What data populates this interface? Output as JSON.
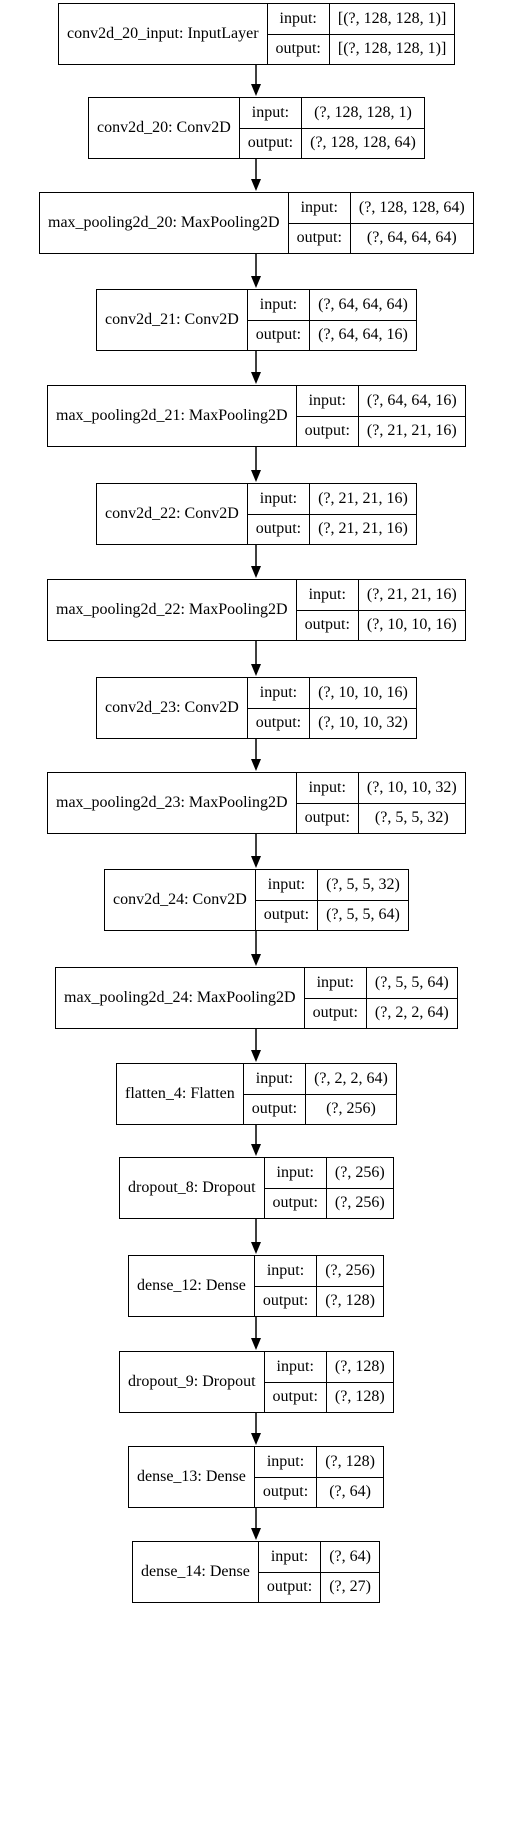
{
  "layers": [
    {
      "name": "conv2d_20_input: InputLayer",
      "input_label": "input:",
      "output_label": "output:",
      "input": "[(?, 128, 128, 1)]",
      "output": "[(?, 128, 128, 1)]"
    },
    {
      "name": "conv2d_20: Conv2D",
      "input_label": "input:",
      "output_label": "output:",
      "input": "(?, 128, 128, 1)",
      "output": "(?, 128, 128, 64)"
    },
    {
      "name": "max_pooling2d_20: MaxPooling2D",
      "input_label": "input:",
      "output_label": "output:",
      "input": "(?, 128, 128, 64)",
      "output": "(?, 64, 64, 64)"
    },
    {
      "name": "conv2d_21: Conv2D",
      "input_label": "input:",
      "output_label": "output:",
      "input": "(?, 64, 64, 64)",
      "output": "(?, 64, 64, 16)"
    },
    {
      "name": "max_pooling2d_21: MaxPooling2D",
      "input_label": "input:",
      "output_label": "output:",
      "input": "(?, 64, 64, 16)",
      "output": "(?, 21, 21, 16)"
    },
    {
      "name": "conv2d_22: Conv2D",
      "input_label": "input:",
      "output_label": "output:",
      "input": "(?, 21, 21, 16)",
      "output": "(?, 21, 21, 16)"
    },
    {
      "name": "max_pooling2d_22: MaxPooling2D",
      "input_label": "input:",
      "output_label": "output:",
      "input": "(?, 21, 21, 16)",
      "output": "(?, 10, 10, 16)"
    },
    {
      "name": "conv2d_23: Conv2D",
      "input_label": "input:",
      "output_label": "output:",
      "input": "(?, 10, 10, 16)",
      "output": "(?, 10, 10, 32)"
    },
    {
      "name": "max_pooling2d_23: MaxPooling2D",
      "input_label": "input:",
      "output_label": "output:",
      "input": "(?, 10, 10, 32)",
      "output": "(?, 5, 5, 32)"
    },
    {
      "name": "conv2d_24: Conv2D",
      "input_label": "input:",
      "output_label": "output:",
      "input": "(?, 5, 5, 32)",
      "output": "(?, 5, 5, 64)"
    },
    {
      "name": "max_pooling2d_24: MaxPooling2D",
      "input_label": "input:",
      "output_label": "output:",
      "input": "(?, 5, 5, 64)",
      "output": "(?, 2, 2, 64)"
    },
    {
      "name": "flatten_4: Flatten",
      "input_label": "input:",
      "output_label": "output:",
      "input": "(?, 2, 2, 64)",
      "output": "(?, 256)"
    },
    {
      "name": "dropout_8: Dropout",
      "input_label": "input:",
      "output_label": "output:",
      "input": "(?, 256)",
      "output": "(?, 256)"
    },
    {
      "name": "dense_12: Dense",
      "input_label": "input:",
      "output_label": "output:",
      "input": "(?, 256)",
      "output": "(?, 128)"
    },
    {
      "name": "dropout_9: Dropout",
      "input_label": "input:",
      "output_label": "output:",
      "input": "(?, 128)",
      "output": "(?, 128)"
    },
    {
      "name": "dense_13: Dense",
      "input_label": "input:",
      "output_label": "output:",
      "input": "(?, 128)",
      "output": "(?, 64)"
    },
    {
      "name": "dense_14: Dense",
      "input_label": "input:",
      "output_label": "output:",
      "input": "(?, 64)",
      "output": "(?, 27)"
    }
  ]
}
